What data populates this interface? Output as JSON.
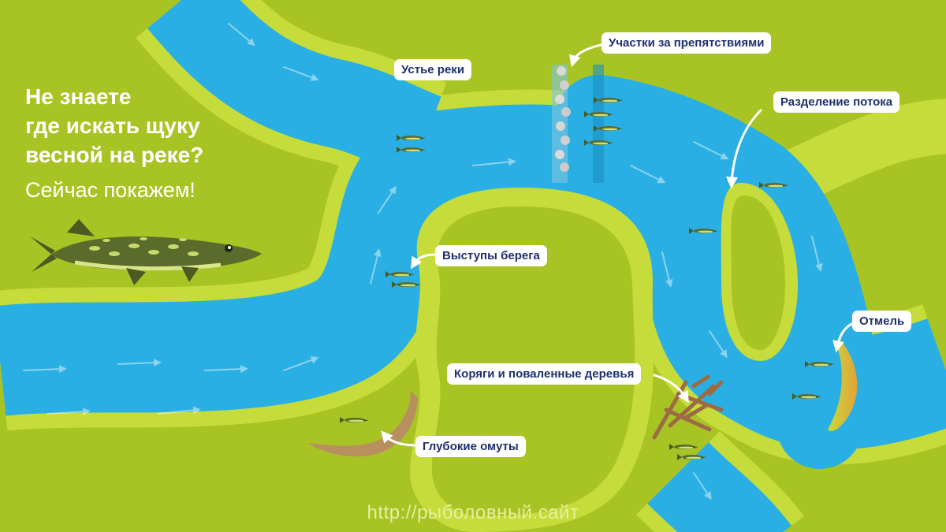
{
  "headline": {
    "line1": "Не знаете",
    "line2": "где искать щуку",
    "line3": "весной на реке?",
    "subline": "Сейчас покажем!"
  },
  "labels": {
    "mouth": "Устье реки",
    "obstacles": "Участки за препятствиями",
    "flow_split": "Разделение потока",
    "bank_ledges": "Выступы берега",
    "shallow": "Отмель",
    "snags": "Коряги и поваленные деревья",
    "deep_pools": "Глубокие омуты"
  },
  "footer": {
    "url": "http://рыболовный.сайт"
  },
  "colors": {
    "grass": "#a8c424",
    "bank": "#c6dc3a",
    "water": "#29afe3",
    "label_text": "#1d2f6d",
    "sand": "#b89060",
    "shallow_sand": "#e2a23a"
  }
}
